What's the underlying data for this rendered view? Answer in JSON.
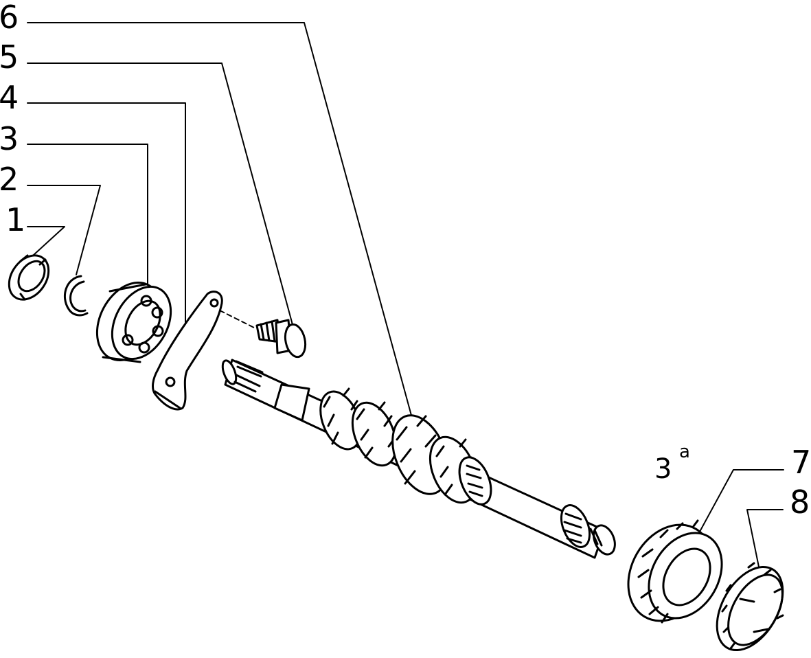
{
  "diagram": {
    "callouts": [
      {
        "id": "1",
        "text": "1"
      },
      {
        "id": "2",
        "text": "2"
      },
      {
        "id": "3",
        "text": "3"
      },
      {
        "id": "4",
        "text": "4"
      },
      {
        "id": "5",
        "text": "5"
      },
      {
        "id": "6",
        "text": "6"
      },
      {
        "id": "7",
        "text": "7"
      },
      {
        "id": "8",
        "text": "8"
      }
    ],
    "gear_label": {
      "number": "3",
      "suffix": "a"
    }
  }
}
